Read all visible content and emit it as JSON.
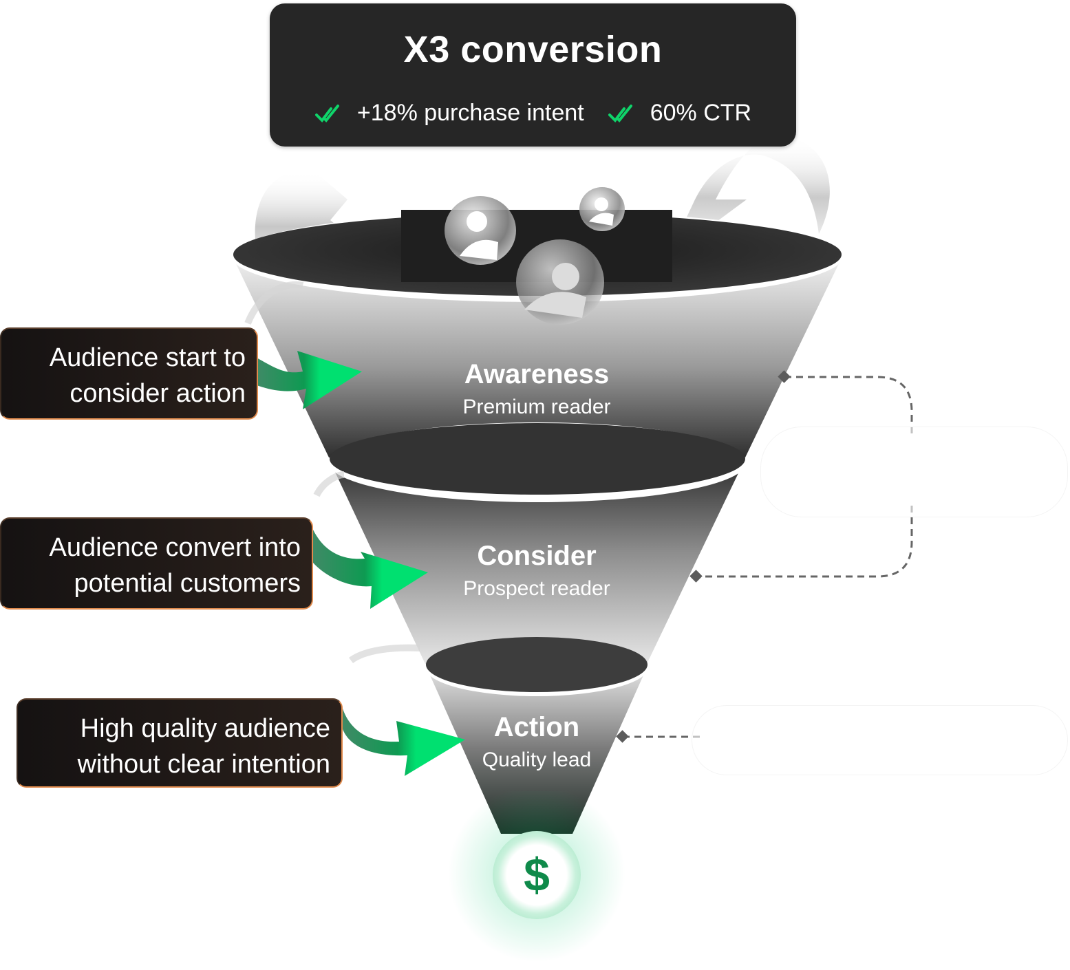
{
  "headline": {
    "title": "X3 conversion",
    "metrics": [
      {
        "icon": "double-check-icon",
        "label": "+18% purchase intent"
      },
      {
        "icon": "double-check-icon",
        "label": "60% CTR"
      }
    ]
  },
  "funnel": {
    "stages": [
      {
        "name": "Awareness",
        "subtitle": "Premium reader"
      },
      {
        "name": "Consider",
        "subtitle": "Prospect reader"
      },
      {
        "name": "Action",
        "subtitle": "Quality lead"
      }
    ],
    "outcome_icon": "dollar-coin-icon",
    "outcome_symbol": "$"
  },
  "notes": [
    {
      "lines": [
        "Audience start to",
        "consider action"
      ]
    },
    {
      "lines": [
        "Audience convert into",
        "potential customers"
      ]
    },
    {
      "lines": [
        "High quality audience",
        "without clear intention"
      ]
    }
  ],
  "colors": {
    "accent_green": "#00e070",
    "dark_green": "#0f8a4a",
    "note_border": "#e08a4c",
    "card_bg": "#262626",
    "connector": "#666666"
  }
}
